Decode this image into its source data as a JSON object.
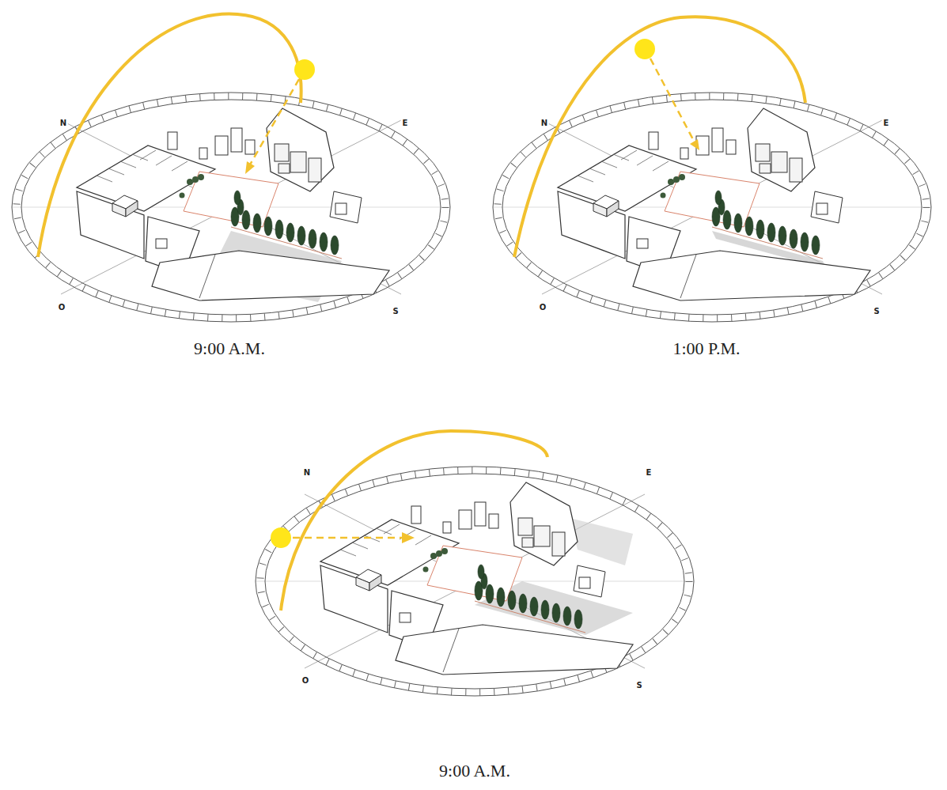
{
  "diagram": {
    "labels": [
      "N",
      "E",
      "O",
      "S",
      "9:00 A.M.",
      "N",
      "E",
      "O",
      "S",
      "1:00 P.M.",
      "N",
      "E",
      "O",
      "S",
      "9:00 A.M."
    ]
  }
}
